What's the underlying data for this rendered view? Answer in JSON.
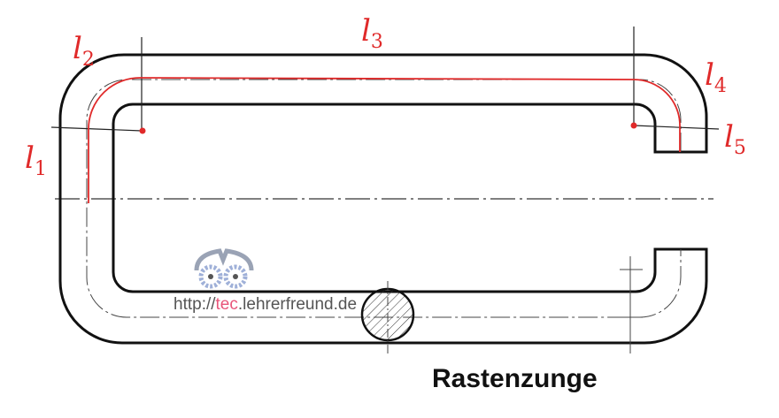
{
  "title": "Rastenzunge",
  "watermark": {
    "prefix": "http://",
    "highlight": "tec",
    "suffix": ".lehrerfreund.de"
  },
  "labels": [
    {
      "id": "l1",
      "letter": "l",
      "index": "1"
    },
    {
      "id": "l2",
      "letter": "l",
      "index": "2"
    },
    {
      "id": "l3",
      "letter": "l",
      "index": "3"
    },
    {
      "id": "l4",
      "letter": "l",
      "index": "4"
    },
    {
      "id": "l5",
      "letter": "l",
      "index": "5"
    }
  ],
  "colors": {
    "outline": "#111111",
    "measure": "#e02a2a",
    "hatch": "#333333"
  }
}
